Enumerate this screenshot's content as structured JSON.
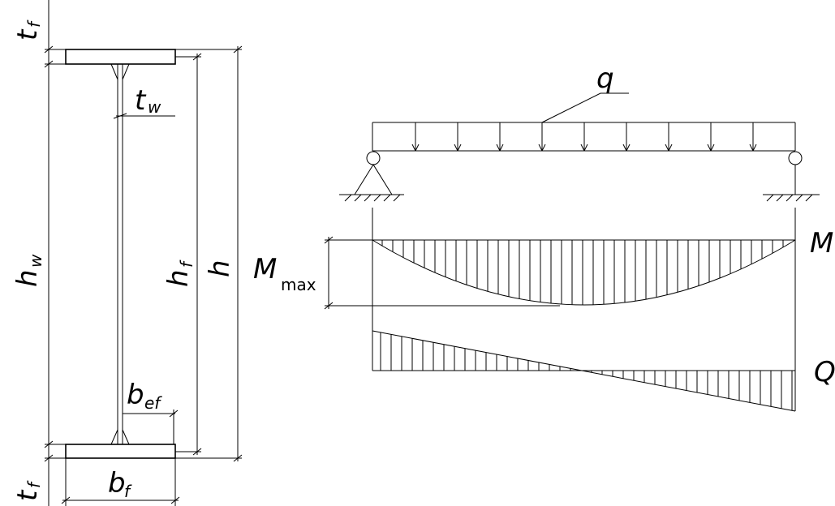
{
  "labels": {
    "t": "t",
    "f": "f",
    "w": "w",
    "h": "h",
    "b": "b",
    "ef": "ef",
    "q": "q",
    "M": "M",
    "max": "max",
    "Q": "Q"
  },
  "colors": {
    "ink": "#000000",
    "paper": "#ffffff"
  }
}
